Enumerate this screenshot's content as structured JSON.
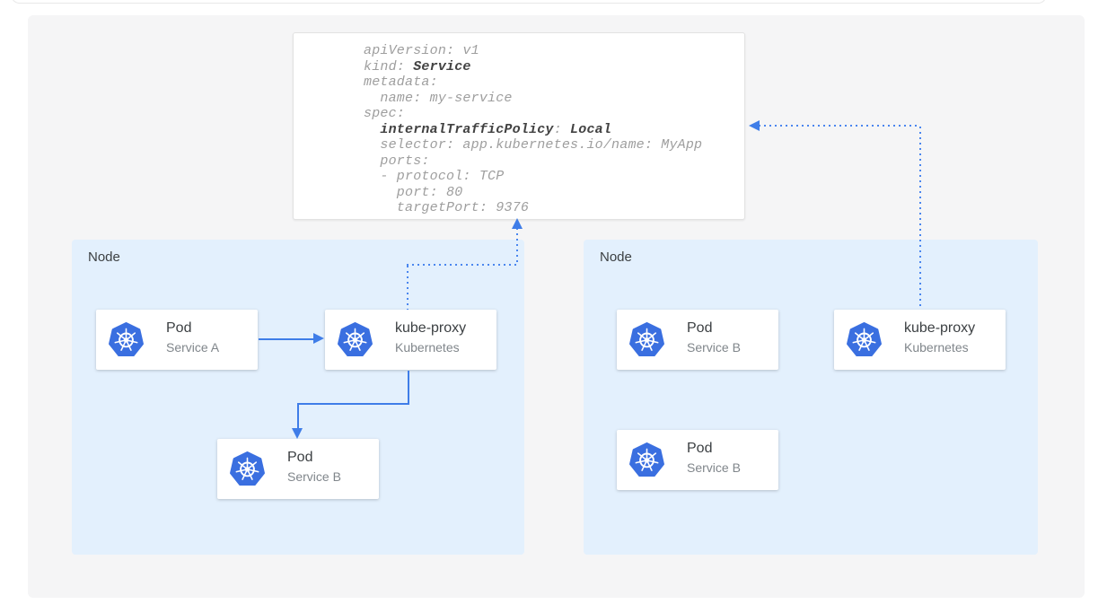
{
  "colors": {
    "accent_blue": "#3f7de8",
    "kubernetes_blue": "#3a6fe0",
    "node_background": "#e3f0fd",
    "panel_background": "#f5f5f6",
    "card_title_text": "#3c4043",
    "card_subtitle_text": "#80868b",
    "code_regular_text": "#9e9e9e",
    "code_bold_text": "#424242"
  },
  "icons": {
    "kubernetes": "kubernetes-helm-wheel"
  },
  "yaml_card": {
    "line1": "apiVersion: v1",
    "line2_pre": "kind: ",
    "line2_bold": "Service",
    "line3": "metadata:",
    "line4": "  name: my-service",
    "line5": "spec:",
    "line6_pre": "  ",
    "line6_bold1": "internalTrafficPolicy",
    "line6_mid": ": ",
    "line6_bold2": "Local",
    "line7": "  selector: app.kubernetes.io/name: MyApp",
    "line8": "  ports:",
    "line9": "  - protocol: TCP",
    "line10": "    port: 80",
    "line11": "    targetPort: 9376"
  },
  "left_node": {
    "label": "Node",
    "pod_a": {
      "title": "Pod",
      "subtitle": "Service A"
    },
    "kube_proxy": {
      "title": "kube-proxy",
      "subtitle": "Kubernetes"
    },
    "pod_b": {
      "title": "Pod",
      "subtitle": "Service B"
    }
  },
  "right_node": {
    "label": "Node",
    "pod_b_top": {
      "title": "Pod",
      "subtitle": "Service B"
    },
    "kube_proxy": {
      "title": "kube-proxy",
      "subtitle": "Kubernetes"
    },
    "pod_b_bottom": {
      "title": "Pod",
      "subtitle": "Service B"
    }
  }
}
